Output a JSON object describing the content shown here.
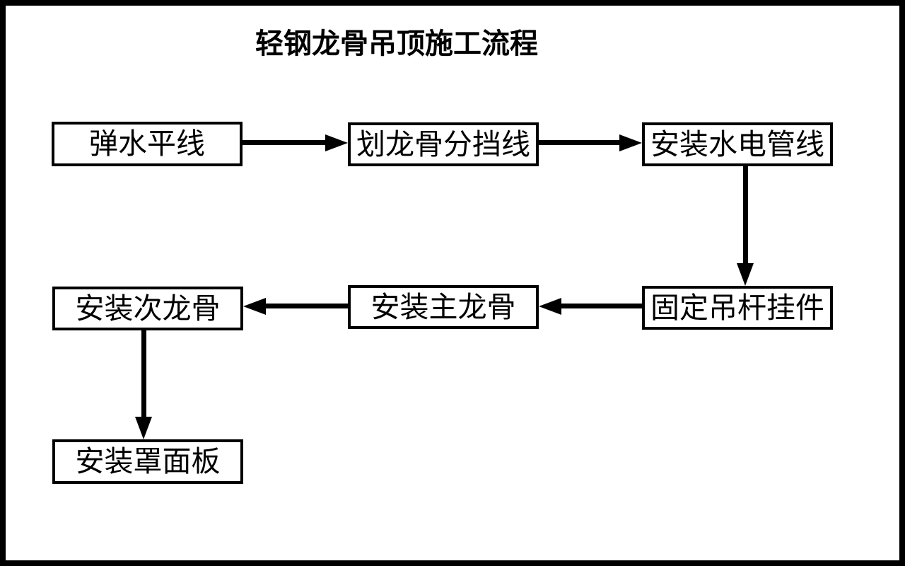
{
  "title": "轻钢龙骨吊顶施工流程",
  "colors": {
    "line": "#000000",
    "background": "#ffffff",
    "text": "#000000"
  },
  "flowchart": {
    "nodes": [
      {
        "id": "snap-water-level-line",
        "label": "弹水平线"
      },
      {
        "id": "mark-keel-division-lines",
        "label": "划龙骨分挡线"
      },
      {
        "id": "install-water-electric-pipelines",
        "label": "安装水电管线"
      },
      {
        "id": "fix-hanger-rods-fittings",
        "label": "固定吊杆挂件"
      },
      {
        "id": "install-main-keel",
        "label": "安装主龙骨"
      },
      {
        "id": "install-secondary-keel",
        "label": "安装次龙骨"
      },
      {
        "id": "install-cover-panel",
        "label": "安装罩面板"
      }
    ],
    "edges": [
      {
        "from": "弹水平线",
        "to": "划龙骨分挡线",
        "direction": "right"
      },
      {
        "from": "划龙骨分挡线",
        "to": "安装水电管线",
        "direction": "right"
      },
      {
        "from": "安装水电管线",
        "to": "固定吊杆挂件",
        "direction": "down"
      },
      {
        "from": "固定吊杆挂件",
        "to": "安装主龙骨",
        "direction": "left"
      },
      {
        "from": "安装主龙骨",
        "to": "安装次龙骨",
        "direction": "left"
      },
      {
        "from": "安装次龙骨",
        "to": "安装罩面板",
        "direction": "down"
      }
    ]
  }
}
